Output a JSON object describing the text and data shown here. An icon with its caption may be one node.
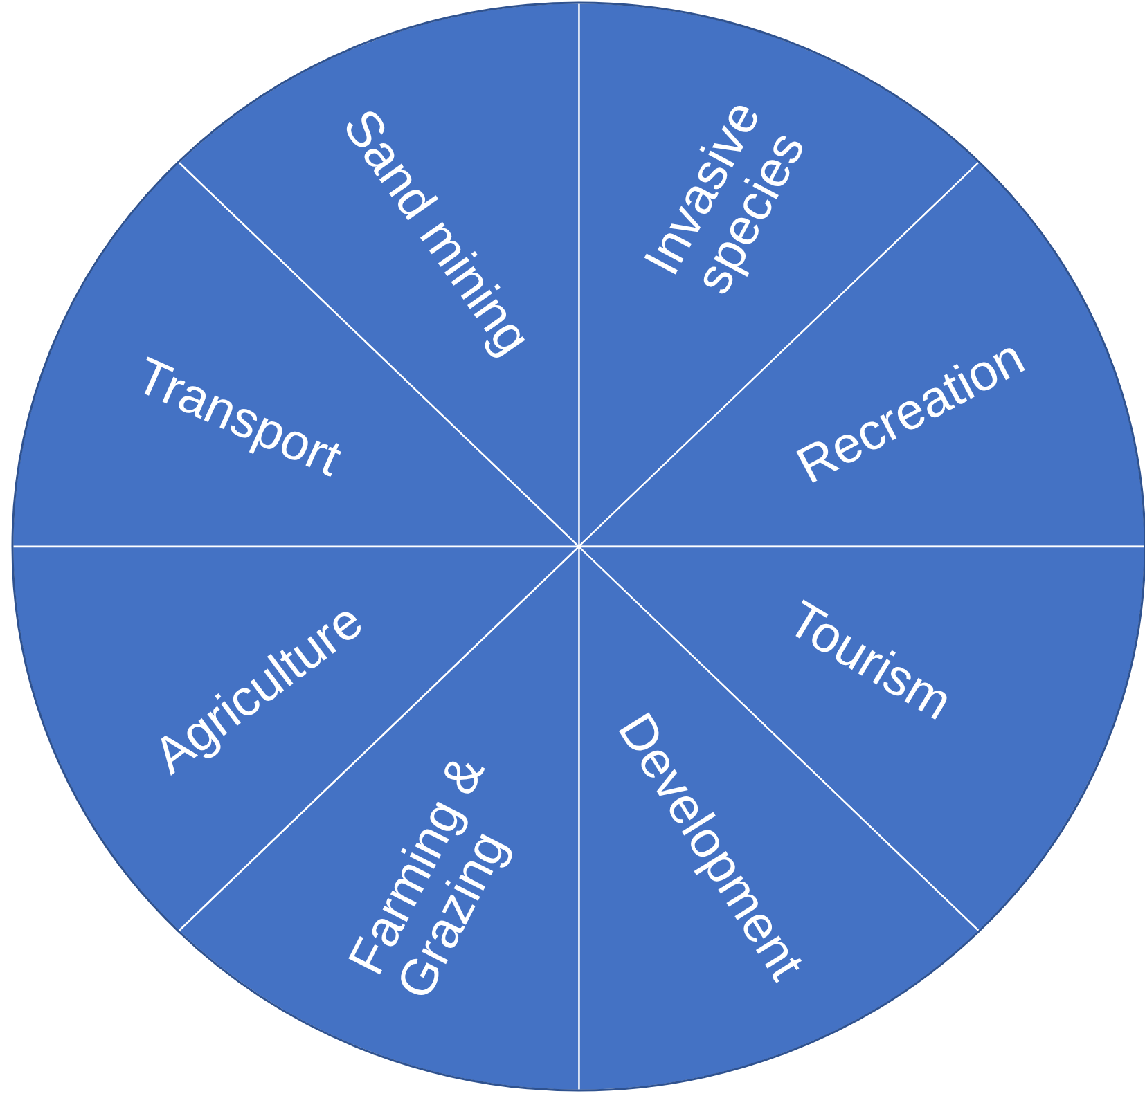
{
  "diagram": {
    "nodes": [
      {
        "text": [
          "Invasive species"
        ]
      },
      {
        "text": [
          "Recreation"
        ]
      },
      {
        "text": [
          "Tourism"
        ]
      },
      {
        "text": [
          "Development"
        ]
      },
      {
        "text": [
          "Farming & Grazing"
        ]
      },
      {
        "text": [
          "Agriculture"
        ]
      },
      {
        "text": [
          "Transport"
        ]
      },
      {
        "text": [
          "Sand mining"
        ]
      }
    ]
  }
}
